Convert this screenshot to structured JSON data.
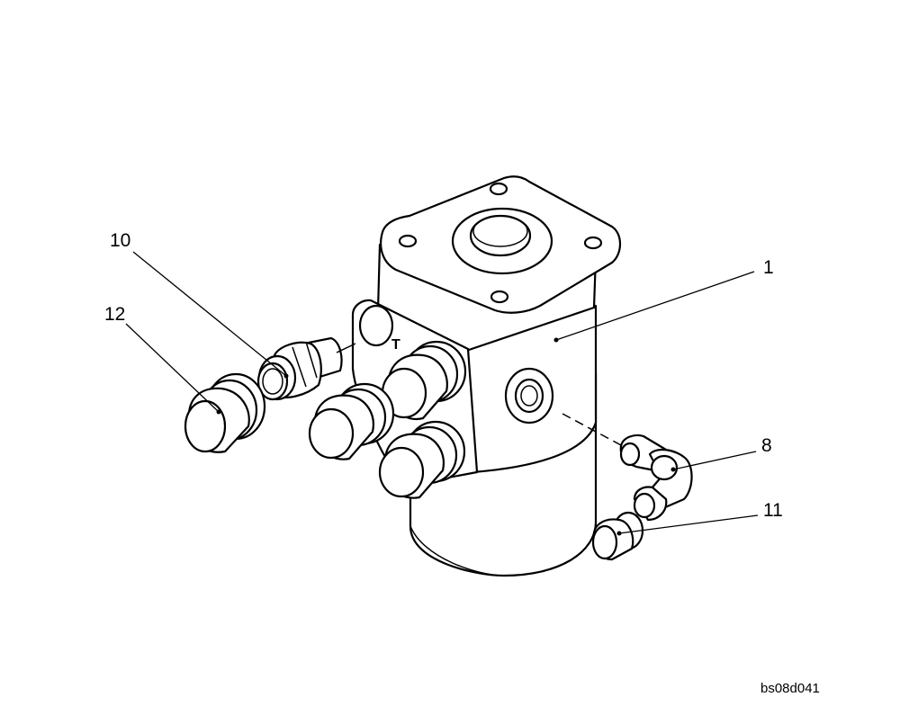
{
  "callouts": {
    "c1": "1",
    "c8": "8",
    "c10": "10",
    "c11": "11",
    "c12": "12"
  },
  "port_label": "T",
  "drawing_code": "bs08d041"
}
